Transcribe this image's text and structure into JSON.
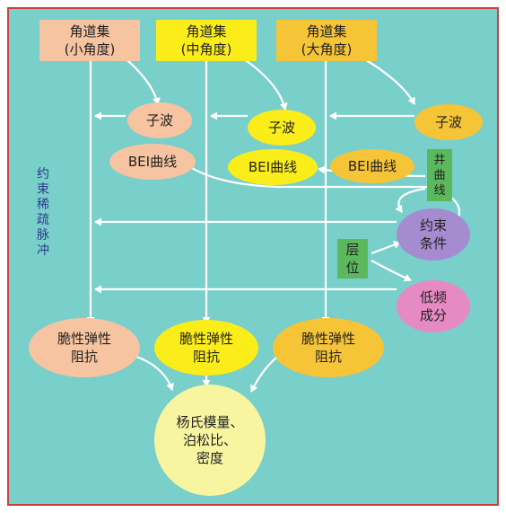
{
  "headers": [
    {
      "line1": "角道集",
      "line2": "(小角度)",
      "color": "#f6c4a0"
    },
    {
      "line1": "角道集",
      "line2": "(中角度)",
      "color": "#faed1a"
    },
    {
      "line1": "角道集",
      "line2": "(大角度)",
      "color": "#f6c437"
    }
  ],
  "wavelets": [
    "子波",
    "子波",
    "子波"
  ],
  "bei_curves": [
    "BEI曲线",
    "BEI曲线",
    "BEI曲线"
  ],
  "side_label": "约束稀疏脉冲",
  "well_curve": {
    "l1": "井",
    "l2": "曲",
    "l3": "线"
  },
  "constraint": {
    "l1": "约束",
    "l2": "条件"
  },
  "horizon": {
    "l1": "层",
    "l2": "位"
  },
  "low_freq": {
    "l1": "低频",
    "l2": "成分"
  },
  "impedance": [
    {
      "l1": "脆性弹性",
      "l2": "阻抗"
    },
    {
      "l1": "脆性弹性",
      "l2": "阻抗"
    },
    {
      "l1": "脆性弹性",
      "l2": "阻抗"
    }
  ],
  "result": {
    "l1": "杨氏模量、",
    "l2": "泊松比、",
    "l3": "密度"
  },
  "colors": {
    "background": "#79cfca",
    "border": "#c8423f",
    "salmon": "#f6c4a0",
    "yellow": "#faed1a",
    "orange": "#f6c437",
    "green": "#5cb85c",
    "purple": "#a58cd0",
    "pink": "#e68ac4",
    "result": "#f8f5a0",
    "arrow": "#ffffff"
  }
}
